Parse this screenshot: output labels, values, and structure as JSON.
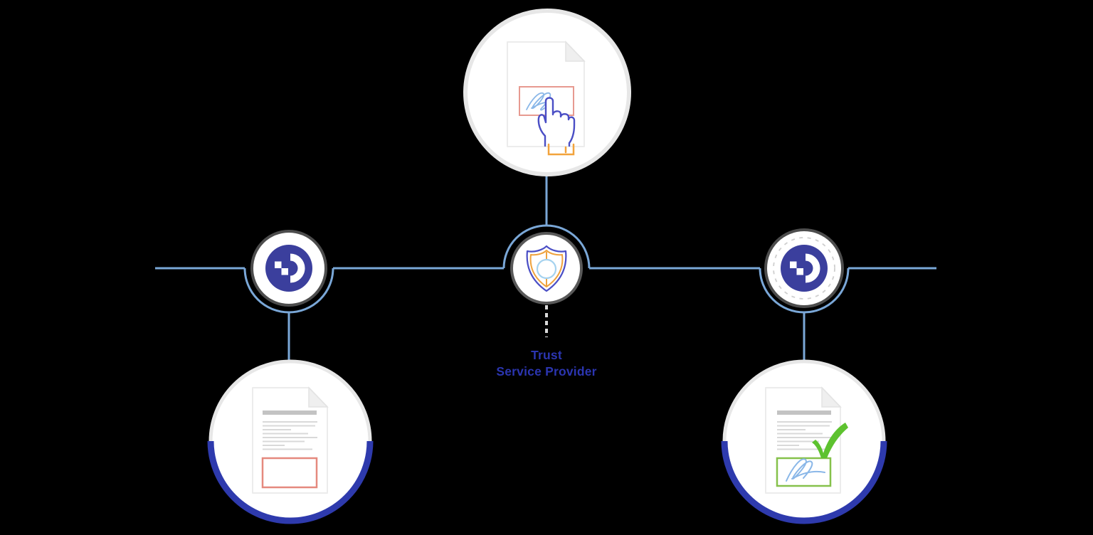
{
  "diagram": {
    "type": "flow-illustration",
    "label": {
      "line1": "Trust",
      "line2": "Service Provider"
    },
    "nodes": [
      {
        "id": "document-being-signed",
        "icon": "document-tap-signature-icon"
      },
      {
        "id": "provider-left",
        "icon": "dokobit-logo-icon"
      },
      {
        "id": "trust-service-provider",
        "icon": "shield-icon"
      },
      {
        "id": "provider-right",
        "icon": "dokobit-logo-dashed-icon"
      },
      {
        "id": "unsigned-document",
        "icon": "document-empty-signature-field-icon"
      },
      {
        "id": "signed-document",
        "icon": "document-signed-check-icon"
      }
    ],
    "colors": {
      "background": "#000000",
      "connector_blue": "#7aa7d7",
      "arc_indigo": "#2e3aad",
      "logo_indigo": "#3b3f9d",
      "outline_indigo": "#4a4ec5",
      "accent_orange": "#f0a23c",
      "signature_blue": "#8ab7e8",
      "field_red_border": "#e5897e",
      "success_green": "#5dc22f",
      "signed_box_green": "#86c14b",
      "ring_gray": "#e7e7e7",
      "doc_line_gray": "#d9d9d9",
      "label_indigo": "#2b35b0"
    }
  }
}
